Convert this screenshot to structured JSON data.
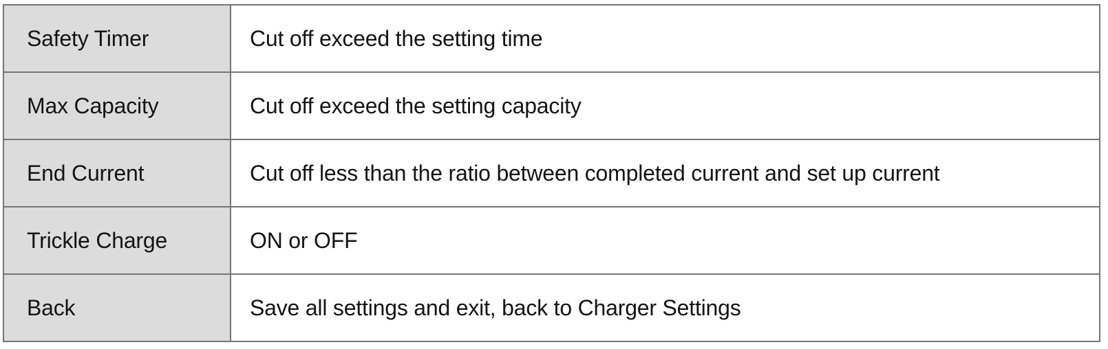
{
  "table": {
    "rows": [
      {
        "setting": "Safety Timer",
        "description": "Cut off exceed the setting time"
      },
      {
        "setting": "Max Capacity",
        "description": "Cut off exceed the setting capacity"
      },
      {
        "setting": "End Current",
        "description": "Cut off less than the ratio between completed current and set up current"
      },
      {
        "setting": "Trickle Charge",
        "description": "ON or OFF"
      },
      {
        "setting": "Back",
        "description": "Save all settings and exit, back to Charger Settings"
      }
    ]
  },
  "colors": {
    "setting_cell_bg": "#dcdcdc",
    "description_cell_bg": "#ffffff",
    "border": "#757575",
    "text": "#141414",
    "page_bg": "#ffffff"
  }
}
